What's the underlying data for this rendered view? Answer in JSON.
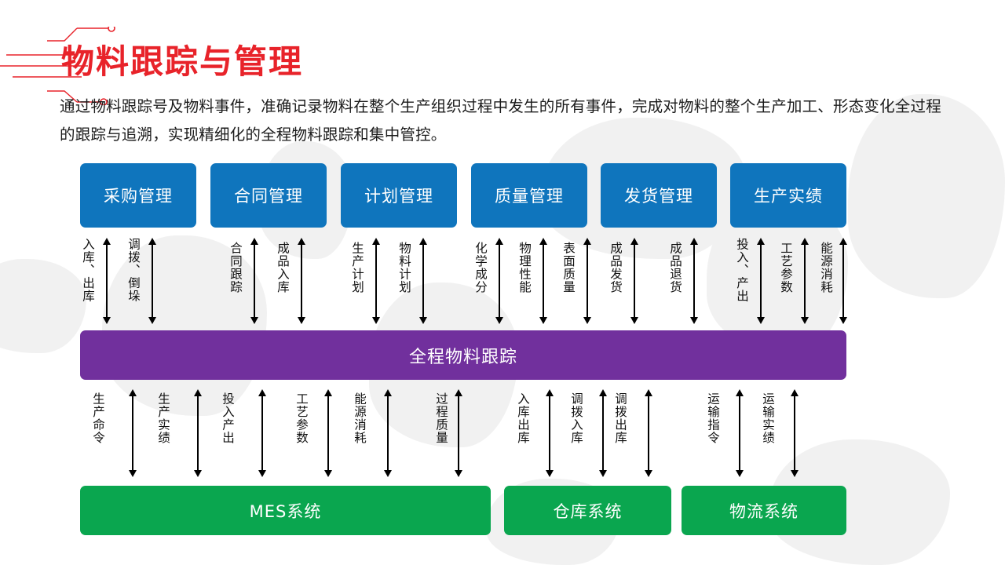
{
  "slide": {
    "title": "物料跟踪与管理",
    "title_color": "#e8232a",
    "description": "通过物料跟踪号及物料事件，准确记录物料在整个生产组织过程中发生的所有事件，完成对物料的整个生产加工、形态变化全过程的跟踪与追溯，实现精细化的全程物料跟踪和集中管控。"
  },
  "colors": {
    "blue": "#0f75bd",
    "green": "#0aa64f",
    "purple": "#71309d",
    "accent_red": "#e8232a",
    "arrow": "#000000"
  },
  "top_modules": [
    {
      "label": "采购管理"
    },
    {
      "label": "合同管理"
    },
    {
      "label": "计划管理"
    },
    {
      "label": "质量管理"
    },
    {
      "label": "发货管理"
    },
    {
      "label": "生产实绩"
    }
  ],
  "upper_flows": [
    {
      "label": "入库、出库"
    },
    {
      "label": "调拨、倒垛"
    },
    {
      "label": "合同跟踪"
    },
    {
      "label": "成品入库"
    },
    {
      "label": "生产计划"
    },
    {
      "label": "物料计划"
    },
    {
      "label": "化学成分"
    },
    {
      "label": "物理性能"
    },
    {
      "label": "表面质量"
    },
    {
      "label": "成品发货"
    },
    {
      "label": "成品退货"
    },
    {
      "label": "投入、产出"
    },
    {
      "label": "工艺参数"
    },
    {
      "label": "能源消耗"
    }
  ],
  "center_bar": {
    "label": "全程物料跟踪"
  },
  "lower_flows": [
    {
      "label": "生产命令"
    },
    {
      "label": "生产实绩"
    },
    {
      "label": "投入产出"
    },
    {
      "label": "工艺参数"
    },
    {
      "label": "能源消耗"
    },
    {
      "label": "过程质量"
    },
    {
      "label": "入库出库"
    },
    {
      "label": "调拨入库"
    },
    {
      "label": "调拨出库"
    },
    {
      "label": "运输指令"
    },
    {
      "label": "运输实绩"
    }
  ],
  "bottom_systems": [
    {
      "label": "MES系统"
    },
    {
      "label": "仓库系统"
    },
    {
      "label": "物流系统"
    }
  ]
}
